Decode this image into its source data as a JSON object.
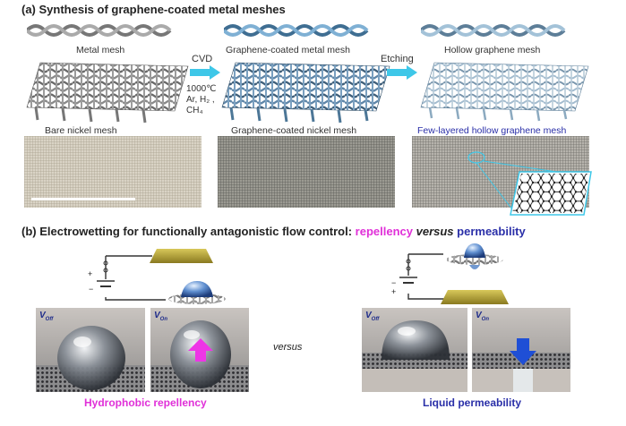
{
  "panel_a": {
    "title": "(a) Synthesis of graphene-coated  metal meshes",
    "metal_mesh_label": "Metal mesh",
    "cvd_label": "CVD",
    "cvd_conditions": [
      "1000℃",
      "Ar, H₂ ,",
      "CH₄"
    ],
    "graphene_coated_label": "Graphene-coated metal mesh",
    "etching_label": "Etching",
    "hollow_label": "Hollow graphene mesh",
    "bare_nickel_label": "Bare nickel mesh",
    "coated_nickel_label": "Graphene-coated nickel mesh",
    "few_layered_label": "Few-layered hollow graphene mesh"
  },
  "panel_b": {
    "title_prefix": "(b) Electrowetting for functionally antagonistic flow control: ",
    "title_repellency": "repellency",
    "title_versus": " versus ",
    "title_permeability": "permeability",
    "v_symbol": "V",
    "v_off_sub": "Off",
    "v_on_sub": "On",
    "versus_label": "versus",
    "plus_sign": "+",
    "minus_sign": "−",
    "hydrophobic_label": "Hydrophobic repellency",
    "liquid_label": "Liquid permeability"
  },
  "colors": {
    "accent_magenta": "#e030d8",
    "accent_blue": "#2a2fa8",
    "arrow_cyan": "#3ec7e8",
    "electrode_gold": "#b6a23a"
  }
}
